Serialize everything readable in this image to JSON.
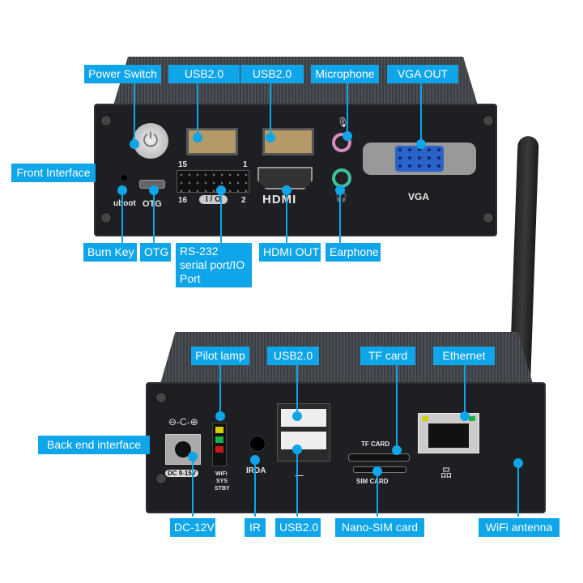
{
  "front": {
    "labels": {
      "power_switch": "Power Switch",
      "usb1": "USB2.0",
      "usb2": "USB2.0",
      "microphone": "Microphone",
      "vga_out": "VGA OUT",
      "front_interface": "Front Interface",
      "burn_key": "Burn Key",
      "otg": "OTG",
      "rs232": "RS-232 serial port/IO Port",
      "hdmi_out": "HDMI OUT",
      "earphone": "Earphone"
    },
    "silk": {
      "uboot": "uboot",
      "otg": "OTG",
      "pin15": "15",
      "pin1": "1",
      "pin16": "16",
      "pin2": "2",
      "io": "I / O",
      "hdmi": "HDMI",
      "vga": "VGA"
    }
  },
  "back": {
    "labels": {
      "pilot_lamp": "Pilot lamp",
      "usb_top": "USB2.0",
      "tf_card": "TF card",
      "ethernet": "Ethernet",
      "back_end_interface": "Back end interface",
      "dc": "DC-12V",
      "ir": "IR",
      "usb_bottom": "USB2.0",
      "nano_sim": "Nano-SIM card",
      "wifi_antenna": "WiFi antenna"
    },
    "silk": {
      "dc_range": "DC 9-15V",
      "wifi": "WiFi",
      "sys": "SYS",
      "stby": "STBY",
      "irda": "IRDA",
      "tf": "TF CARD",
      "sim": "SIM CARD"
    }
  },
  "colors": {
    "label": "#0ea5e9",
    "led_yellow": "#d4d000",
    "led_green": "#1bb04a",
    "led_red": "#c81a1a",
    "vga_blue": "#2a63c9"
  }
}
